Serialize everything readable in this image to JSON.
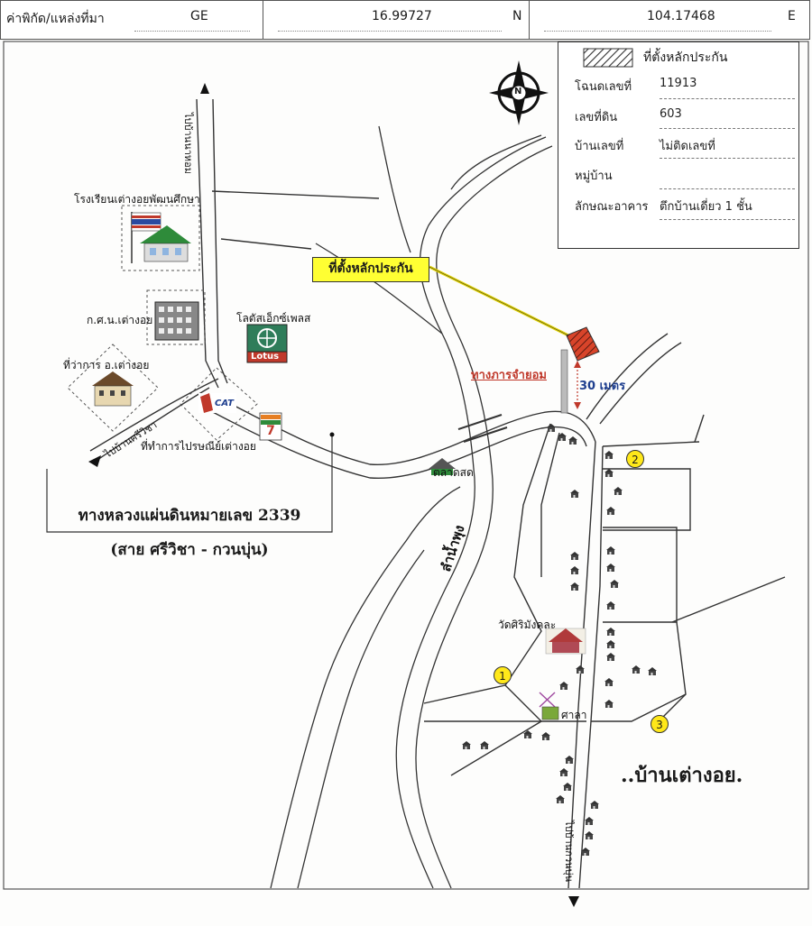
{
  "header": {
    "source_label": "ค่าพิกัด/แหล่งที่มา",
    "source_value": "GE",
    "lat_value": "16.99727",
    "lat_suffix": "N",
    "lon_value": "104.17468",
    "lon_suffix": "E"
  },
  "legend": {
    "marker_label": "ที่ตั้งหลักประกัน",
    "rows": [
      {
        "label": "โฉนดเลขที่",
        "value": "11913"
      },
      {
        "label": "เลขที่ดิน",
        "value": "603"
      },
      {
        "label": "บ้านเลขที่",
        "value": "ไม่ติดเลขที่"
      },
      {
        "label": "หมู่บ้าน",
        "value": ""
      },
      {
        "label": "ลักษณะอาคาร",
        "value": "ตึกบ้านเดี่ยว 1 ชั้น"
      }
    ]
  },
  "compass_letter": "N",
  "map": {
    "collateral_label": "ที่ตั้งหลักประกัน",
    "access_road": "ทางภารจำยอม",
    "distance": "30 เมตร",
    "school": "โรงเรียนเต่างอยพัฒนศึกษา",
    "road_north": "ไปบ้านนาหอม",
    "gov_office": "ก.ศ.น.เต่างอย",
    "lotus": "โลตัสเอ็กซ์เพลส",
    "lotus_brand": "Lotus",
    "district_office": "ที่ว่าการ อ.เต่างอย",
    "road_west": "ไปบ้านศรีวิชา",
    "post_office": "ที่ทำการไปรษณีย์เต่างอย",
    "cat_brand": "CAT",
    "market": "ตลาดสด",
    "river": "ลำน้ำพุง",
    "highway_title": "ทางหลวงแผ่นดินหมายเลข  2339",
    "highway_sub": "(สาย ศรีวิชา - กวนบุ่น)",
    "temple": "วัดศิริมังคละ",
    "sala": "ศาลา",
    "road_south": "ไปบ้านกวนบุ่น",
    "village": "..บ้านเต่างอย.",
    "num1": "1",
    "num2": "2",
    "num3": "3"
  },
  "colors": {
    "marker": "#d8442a",
    "highlight": "#ffff33",
    "access_red": "#c0392b",
    "distance_blue": "#1f3f8f"
  }
}
